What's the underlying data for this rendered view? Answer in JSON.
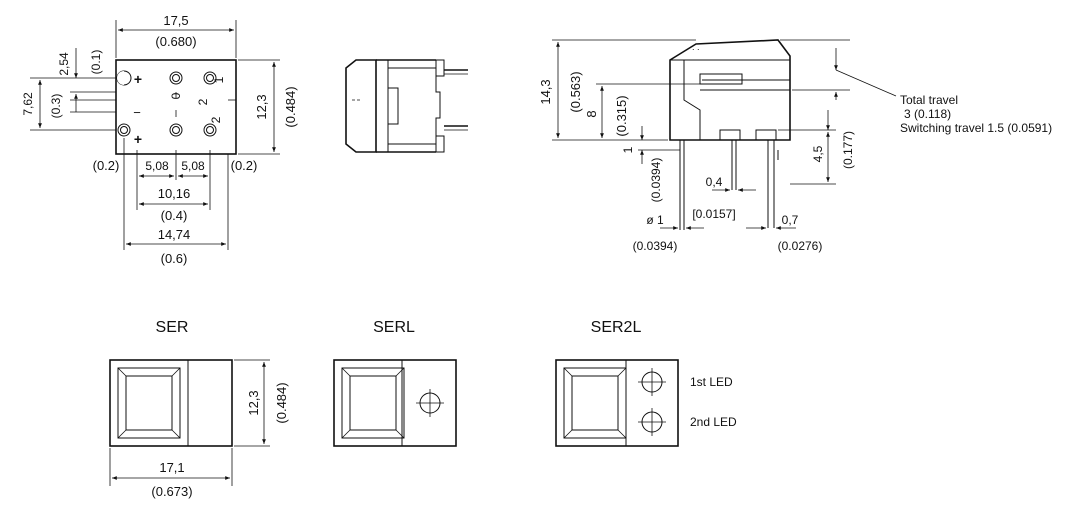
{
  "top_view": {
    "width_mm": "17,5",
    "width_in": "(0.680)",
    "height_mm": "12,3",
    "height_in": "(0.484)",
    "pitch_top_mm": "2,54",
    "pitch_top_in": "(0.1)",
    "pitch_left_mm": "7,62",
    "pitch_left_in": "(0.3)",
    "margin_left_in": "(0.2)",
    "margin_right_in": "(0.2)",
    "pitch_a_mm": "5,08",
    "pitch_b_mm": "5,08",
    "span_mm": "10,16",
    "span_in": "(0.4)",
    "overall_mm": "14,74",
    "overall_in": "(0.6)",
    "plus_top": "+",
    "plus_bottom": "+",
    "minus": "−",
    "pin_1": "1",
    "pin_2": "2",
    "pin_0": "0",
    "pin_2b": "2"
  },
  "side_view": {
    "height_mm": "14,3",
    "height_in": "(0.563)",
    "h8_mm": "8",
    "h8_in": "(0.315)",
    "h1_mm": "1",
    "h1_in": "(0.0394)",
    "pin_w_mm": "0,4",
    "pin_w_in": "[0.0157]",
    "dia_mm": "ø 1",
    "dia_in": "(0.0394)",
    "pin_t_mm": "0,7",
    "pin_t_in": "(0.0276)",
    "h45_mm": "4,5",
    "h45_in": "(0.177)",
    "total_travel": "Total travel",
    "total_travel_val": "3 (0.118)",
    "switching_travel": "Switching travel 1.5 (0.0591)"
  },
  "variants": [
    {
      "title": "SER"
    },
    {
      "title": "SERL"
    },
    {
      "title": "SER2L"
    }
  ],
  "ser_dims": {
    "height_mm": "12,3",
    "height_in": "(0.484)",
    "width_mm": "17,1",
    "width_in": "(0.673)"
  },
  "led_labels": {
    "first": "1st LED",
    "second": "2nd LED"
  }
}
